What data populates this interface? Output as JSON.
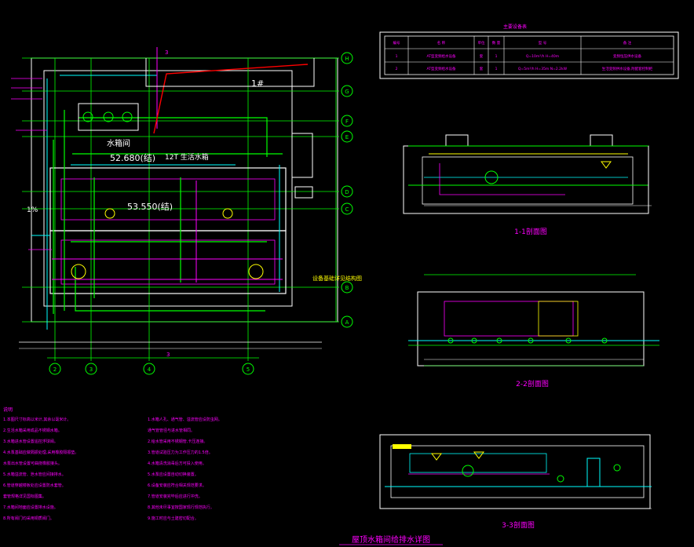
{
  "plan": {
    "room_label": "1#",
    "tank_label": "水箱间",
    "elev_a": "52.680(结)",
    "tank_capacity": "12T 生活水箱",
    "elev_b": "53.550(结)",
    "slope": "1%",
    "pump_note": "设备基础详见结构图",
    "grid_rows": [
      "H",
      "G",
      "F",
      "E",
      "D",
      "C",
      "B",
      "A"
    ],
    "grid_cols": [
      "2",
      "3",
      "4",
      "5"
    ],
    "grid_top_num": "3",
    "grid_bottom_num": "3"
  },
  "table": {
    "title": "主要设备表",
    "headers": [
      "编号",
      "名 称",
      "单位",
      "数 量",
      "型 号",
      "备 注"
    ],
    "rows": [
      [
        "1",
        "AT型变频给水设备",
        "套",
        "1",
        "Q=10m³/h H=40m",
        "变频恒压供水设备"
      ],
      [
        "2",
        "AT型变频给水设备",
        "套",
        "1",
        "Q=5m³/h H=35m N=2.2kW",
        "生活变频供水设备,附配套控制柜"
      ]
    ]
  },
  "sections": {
    "s1": "1-1剖面图",
    "s2": "2-2剖面图",
    "s3": "3-3剖面图"
  },
  "notes": {
    "heading": "说明",
    "left": [
      "1.本图尺寸标高以米计,其余以毫米计。",
      "2.生活水箱采用成品不锈钢水箱。",
      "3.水箱进水管设置遥控浮球阀。",
      "4.水泵基础应做隔振处理,采用橡胶隔振垫。",
      "  水泵出水管设置可曲挠橡胶接头。",
      "5.水箱溢流管、泄水管应间接排水。",
      "6.管道穿越楼板处应设置防水套管。",
      "  套管规格详见国标图集。",
      "7.水箱间地面应设置排水设施。",
      "8.所有阀门均采用铜质阀门。"
    ],
    "right": [
      "1.水箱人孔、通气管、溢流管应设防虫网。",
      "  通气管管径与进水管相同。",
      "2.给水管采用不锈钢管,卡压连接。",
      "3.管道试验压力为工作压力的1.5倍。",
      "4.水箱清洗消毒后方可投入使用。",
      "5.水泵应设置自动切换装置。",
      "6.设备安装应符合相关规范要求。",
      "7.管道安装完毕后应进行冲洗。",
      "8.其他未尽事宜按国家现行规范执行。",
      "9.施工时应与土建密切配合。"
    ]
  },
  "footer_title": "屋顶水箱间给排水详图",
  "colors": {
    "background": "#000000",
    "magenta": "#ff00ff",
    "green": "#00ff00",
    "cyan": "#00ffff",
    "white": "#ffffff",
    "yellow": "#ffff00",
    "red": "#ff0000",
    "blue": "#4466ff"
  }
}
